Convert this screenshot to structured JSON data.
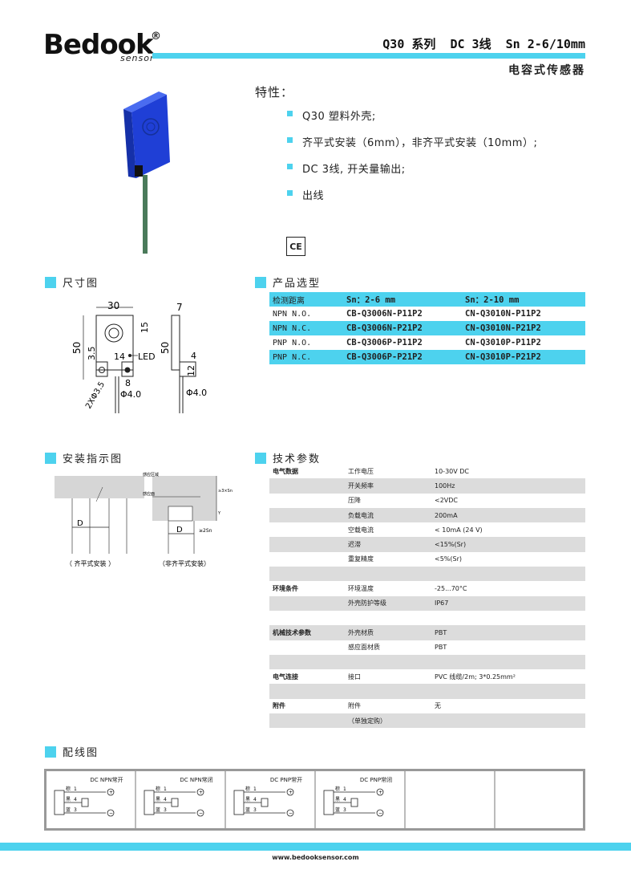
{
  "header": {
    "brand": "Bedook",
    "brand_reg": "®",
    "brand_sub": "sensor",
    "title": "Q30 系列  DC 3线  Sn 2-6/10mm",
    "subtitle": "电容式传感器"
  },
  "features": {
    "title": "特性：",
    "items": [
      "Q30 塑料外壳;",
      "齐平式安装（6mm），非齐平式安装（10mm）;",
      "DC 3线, 开关量输出;",
      "出线"
    ],
    "ce_mark": "CE"
  },
  "sections": {
    "dimension": "尺寸图",
    "product": "产品选型",
    "install": "安装指示图",
    "tech": "技术参数",
    "wiring": "配线图"
  },
  "dimension": {
    "w30": "30",
    "h50": "50",
    "d15": "15",
    "d35": "3.5",
    "d14": "14",
    "led": "LED",
    "d8": "8",
    "hole": "2XΦ3.5",
    "phi": "Φ4.0",
    "d7": "7",
    "side50": "50",
    "d4": "4",
    "d12": "12",
    "phi2": "Φ4.0"
  },
  "product_table": {
    "header": [
      "检测距离",
      "Sn：2-6 mm",
      "Sn：2-10 mm"
    ],
    "rows": [
      [
        "NPN N.O.",
        "CB-Q3006N-P11P2",
        "CN-Q3010N-P11P2"
      ],
      [
        "NPN N.C.",
        "CB-Q3006N-P21P2",
        "CN-Q3010N-P21P2"
      ],
      [
        "PNP N.O.",
        "CB-Q3006P-P11P2",
        "CN-Q3010P-P11P2"
      ],
      [
        "PNP N.C.",
        "CB-Q3006P-P21P2",
        "CN-Q3010P-P21P2"
      ]
    ]
  },
  "install": {
    "label_flush": "（ 齐平式安装 ）",
    "label_nonflush": "（非齐平式安装）",
    "d1": "D",
    "d2": "D",
    "top_note": "感应区域",
    "mid_note": "感应面",
    "dim1": "≥3×Sn",
    "dim2": "Y",
    "dim3": "≥2Sn"
  },
  "tech_table": {
    "rows": [
      [
        "电气数据",
        "工作电压",
        "10-30V DC"
      ],
      [
        "",
        "开关频率",
        "100Hz"
      ],
      [
        "",
        "压降",
        "<2VDC"
      ],
      [
        "",
        "负载电流",
        "200mA"
      ],
      [
        "",
        "空载电流",
        "< 10mA (24 V)"
      ],
      [
        "",
        "迟滞",
        "<15%(Sr)"
      ],
      [
        "",
        "重复精度",
        "<5%(Sr)"
      ],
      [
        "",
        "",
        ""
      ],
      [
        "环境条件",
        "环境温度",
        "-25...70°C"
      ],
      [
        "",
        "外壳防护等级",
        "IP67"
      ],
      [
        "",
        "",
        ""
      ],
      [
        "机械技术参数",
        "外壳材质",
        "PBT"
      ],
      [
        "",
        "感应面材质",
        "PBT"
      ],
      [
        "",
        "",
        ""
      ],
      [
        "电气连接",
        "接口",
        "PVC 线缆/2m; 3*0.25mm²"
      ],
      [
        "",
        "",
        ""
      ],
      [
        "附件",
        "附件",
        "无"
      ],
      [
        "",
        "（单独定购）",
        ""
      ]
    ]
  },
  "wiring": {
    "cells": [
      {
        "title": "DC NPN常开",
        "w1": "棕",
        "w2": "黑",
        "w3": "蓝",
        "n1": "1",
        "n2": "4",
        "n3": "3"
      },
      {
        "title": "DC NPN常闭",
        "w1": "棕",
        "w2": "黑",
        "w3": "蓝",
        "n1": "1",
        "n2": "4",
        "n3": "3"
      },
      {
        "title": "DC PNP常开",
        "w1": "棕",
        "w2": "黑",
        "w3": "蓝",
        "n1": "1",
        "n2": "4",
        "n3": "3"
      },
      {
        "title": "DC PNP常闭",
        "w1": "棕",
        "w2": "黑",
        "w3": "蓝",
        "n1": "1",
        "n2": "4",
        "n3": "3"
      }
    ]
  },
  "footer": {
    "url": "www.bedooksensor.com"
  },
  "colors": {
    "accent": "#4dd2ee",
    "sensor_blue": "#1f3fd6",
    "cable": "#4a7a5a"
  }
}
